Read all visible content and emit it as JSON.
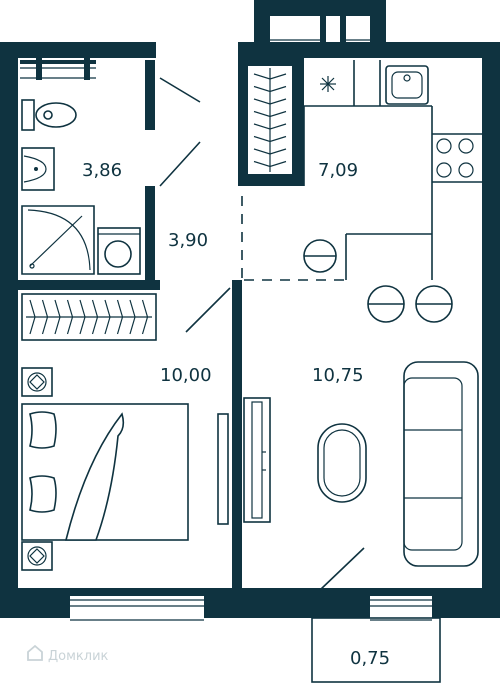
{
  "rooms": [
    {
      "id": "bathroom",
      "area": "3,86"
    },
    {
      "id": "hallway",
      "area": "3,90"
    },
    {
      "id": "kitchen",
      "area": "7,09"
    },
    {
      "id": "bedroom",
      "area": "10,00"
    },
    {
      "id": "living",
      "area": "10,75"
    },
    {
      "id": "balcony",
      "area": "0,75"
    }
  ],
  "watermark": {
    "text": "Домклик"
  },
  "colors": {
    "wall": "#0f3340",
    "background": "#ffffff"
  }
}
